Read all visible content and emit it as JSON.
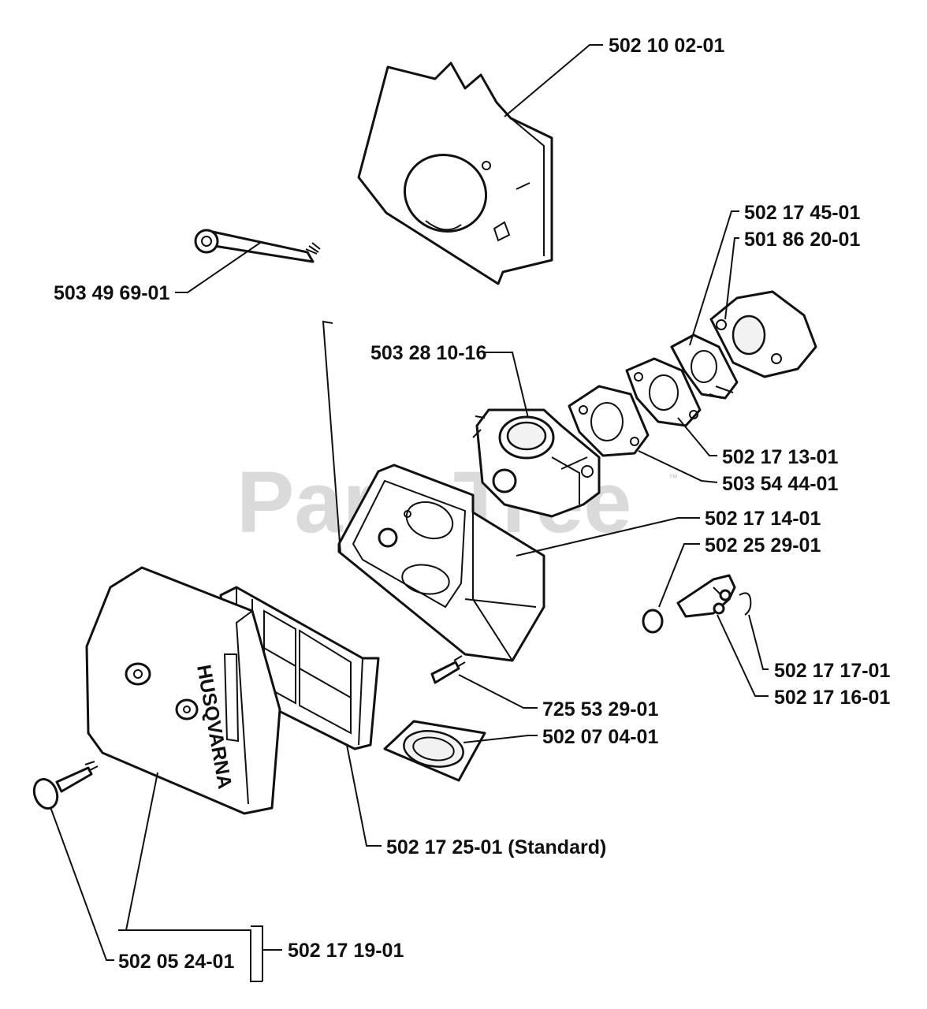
{
  "watermark": {
    "text": "PartsTree",
    "trademark": "™"
  },
  "labels": {
    "p1": "502 10 02-01",
    "p2": "502 17 45-01",
    "p3": "501 86 20-01",
    "p4": "503 49 69-01",
    "p5": "503 28 10-16",
    "p6": "502 17 13-01",
    "p7": "503 54 44-01",
    "p8": "502 17 14-01",
    "p9": "502 25 29-01",
    "p10": "502 17 17-01",
    "p11": "502 17 16-01",
    "p12": "725 53 29-01",
    "p13": "502 07 04-01",
    "p14": "502 17 25-01 (Standard)",
    "p15": "502 17 19-01",
    "p16": "502 05 24-01"
  },
  "air_filter_brand": "HUSQVARNA"
}
